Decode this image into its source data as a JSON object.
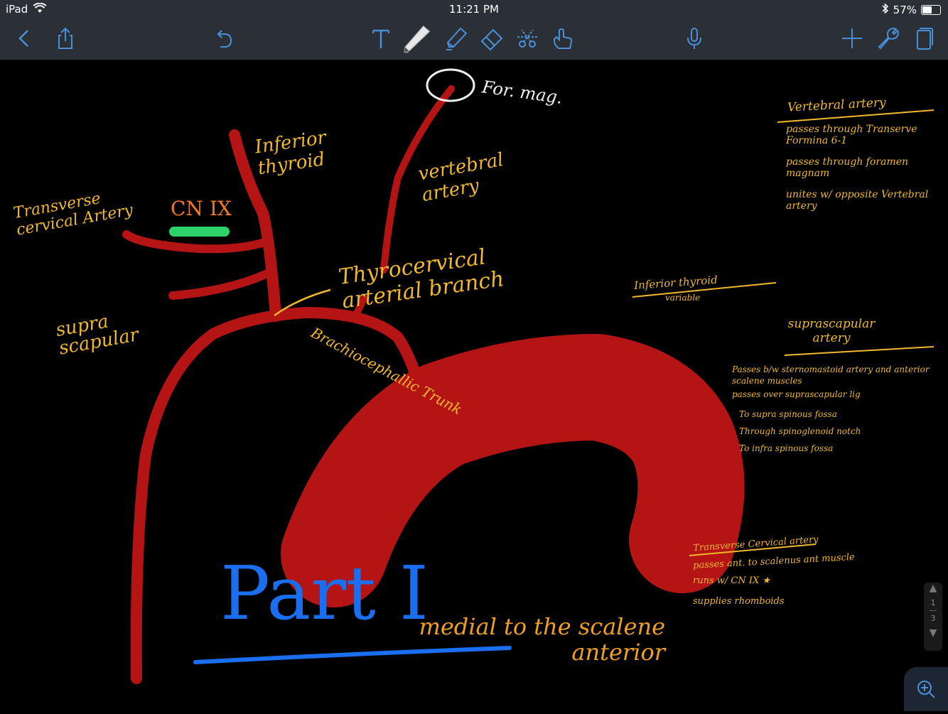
{
  "status": {
    "carrier": "iPad",
    "time": "11:21 PM",
    "battery": "57%",
    "battery_level": 0.57
  },
  "toolbar": {
    "icons": [
      "back-icon",
      "share-icon",
      "undo-icon",
      "text-tool-icon",
      "pen-tool-icon",
      "highlighter-icon",
      "eraser-icon",
      "scissors-icon",
      "hand-icon",
      "microphone-icon",
      "add-icon",
      "wrench-icon",
      "pages-icon"
    ],
    "accent": "#4a90d9"
  },
  "colors": {
    "artery": "#b51414",
    "ink_yellow": "#f0b82d",
    "ink_orange": "#f07a28",
    "ink_blue": "#1a6ef0",
    "ink_green": "#2dd36a"
  },
  "labels": {
    "for_mag": "For. mag.",
    "inferior_thyroid": "Inferior thyroid",
    "vertebral_artery": "vertebral artery",
    "transverse_cervical": "Transverse cervical Artery",
    "cn_ix": "CN IX",
    "thyrocervical": "Thyrocervical arterial branch",
    "suprascapular": "supra scapular",
    "brachiocephalic": "Brachiocephallic Trunk",
    "part": "Part I",
    "medial": "medial to the scalene anterior"
  },
  "notes": {
    "vertebral": {
      "title": "Vertebral artery",
      "items": [
        "passes through Transerve Formina 6-1",
        "passes through foramen magnam",
        "unites w/ opposite Vertebral artery"
      ]
    },
    "inferior_thyroid": {
      "title": "Inferior thyroid",
      "items": [
        "variable"
      ]
    },
    "suprascapular": {
      "title": "suprascapular artery",
      "items": [
        "Passes b/w sternomastoid artery and anterior scalene muscles",
        "passes over suprascapular lig",
        "To supra spinous fossa",
        "Through spinoglenoid notch",
        "To infra spinous fossa"
      ]
    },
    "transverse_cervical": {
      "title": "Transverse Cervical artery",
      "items": [
        "passes ant. to scalenus ant muscle",
        "runs w/ CN IX ★",
        "supplies rhomboids"
      ]
    }
  },
  "page_indicator": {
    "current": "1",
    "total": "3"
  }
}
